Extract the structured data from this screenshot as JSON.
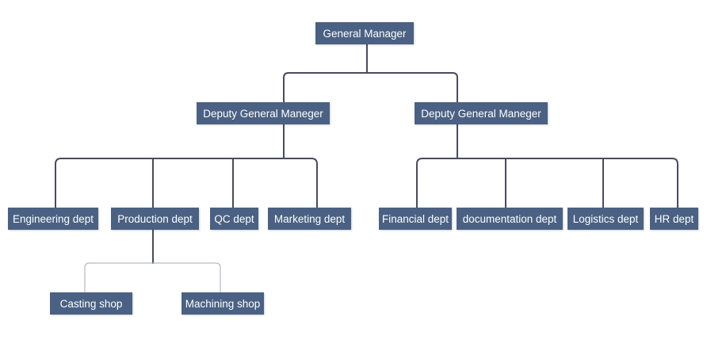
{
  "colors": {
    "node_fill": "#4a6183",
    "node_text": "#ffffff",
    "connector": "#4a4a60",
    "connector_light": "#b8b8c4"
  },
  "nodes": {
    "general_manager": "General Manager",
    "deputy_left": "Deputy General Maneger",
    "deputy_right": "Deputy General Maneger",
    "engineering": "Engineering dept",
    "production": "Production dept",
    "qc": "QC dept",
    "marketing": "Marketing dept",
    "financial": "Financial dept",
    "documentation": "documentation dept",
    "logistics": "Logistics dept",
    "hr": "HR dept",
    "casting": "Casting shop",
    "machining": "Machining shop"
  }
}
